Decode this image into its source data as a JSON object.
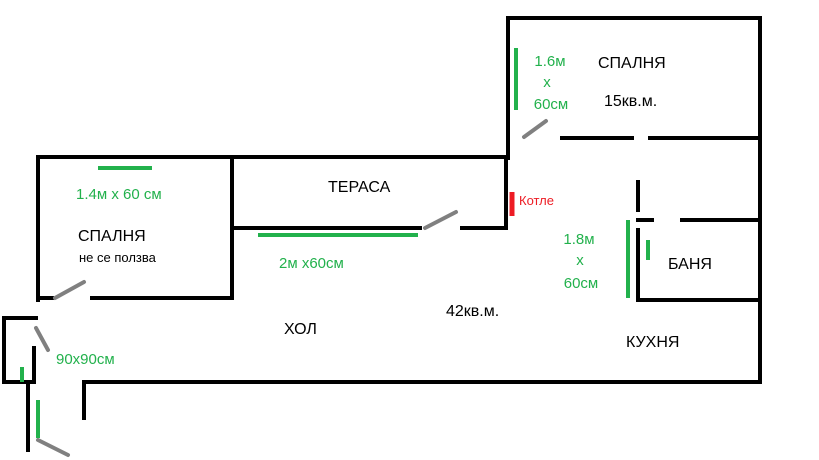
{
  "colors": {
    "wall": "#000000",
    "door": "#808080",
    "dimension": "#22b14c",
    "heater": "#ed1c24",
    "background": "#ffffff"
  },
  "rooms": {
    "bedroom_right": {
      "name": "СПАЛНЯ",
      "area": "15кв.м."
    },
    "terrace": {
      "name": "ТЕРАСА"
    },
    "bedroom_left": {
      "name": "СПАЛНЯ",
      "note": "не се ползва"
    },
    "bathroom": {
      "name": "БАНЯ"
    },
    "hall": {
      "name": "ХОЛ",
      "area": "42кв.м."
    },
    "kitchen": {
      "name": "КУХНЯ"
    }
  },
  "dimensions": {
    "bedroom_right_wardrobe": [
      "1.6м",
      "x",
      "60см"
    ],
    "bedroom_left_wardrobe": "1.4м x 60 см",
    "hall_wardrobe": "2м x60см",
    "kitchen_wardrobe": [
      "1.8м",
      "x",
      "60см"
    ],
    "entrance_wardrobe": "90x90см"
  },
  "heater_label": "Котле"
}
